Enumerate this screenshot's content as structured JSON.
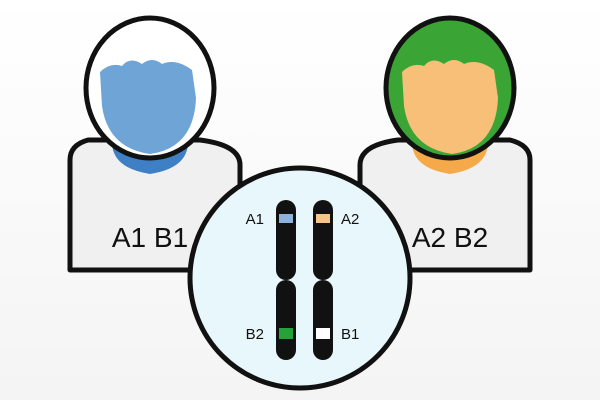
{
  "people": [
    {
      "label": "A1 B1",
      "hair_color": "#6da3d4",
      "face_color": "#6ea4d6",
      "neck_color": "#3f7fc4"
    },
    {
      "label": "A2 B2",
      "hair_color": "#3aa535",
      "face_color": "#f7bf78",
      "neck_color": "#f5a949"
    }
  ],
  "chromosomes": {
    "left": {
      "top_label": "A1",
      "bottom_label": "B2",
      "top_band_color": "#8db3dc",
      "bottom_band_color": "#23a33a"
    },
    "right": {
      "top_label": "A2",
      "bottom_label": "B1",
      "top_band_color": "#f7c58a",
      "bottom_band_color": "#ffffff"
    }
  },
  "circle_color": "#e8f7fb"
}
